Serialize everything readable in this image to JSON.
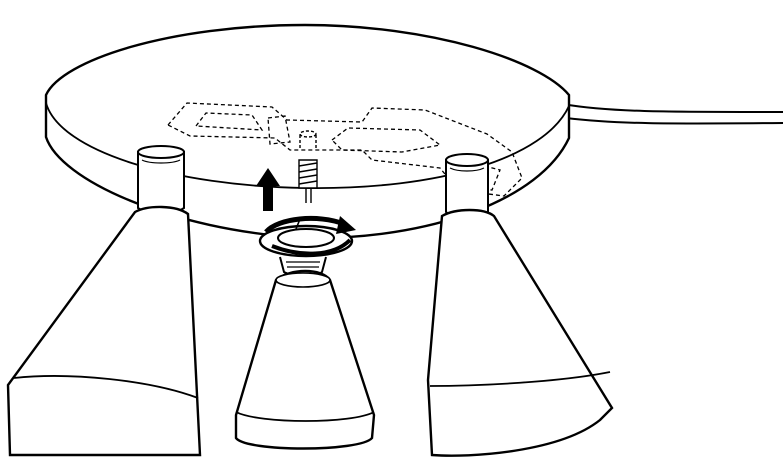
{
  "figure": {
    "kind": "assembly-instruction-line-drawing",
    "text_labels": [],
    "colors": {
      "line": "#000000",
      "fill": "#ffffff"
    },
    "arrow_direction": "up",
    "rotation_direction": "clockwise",
    "spotlight_count": 3
  }
}
